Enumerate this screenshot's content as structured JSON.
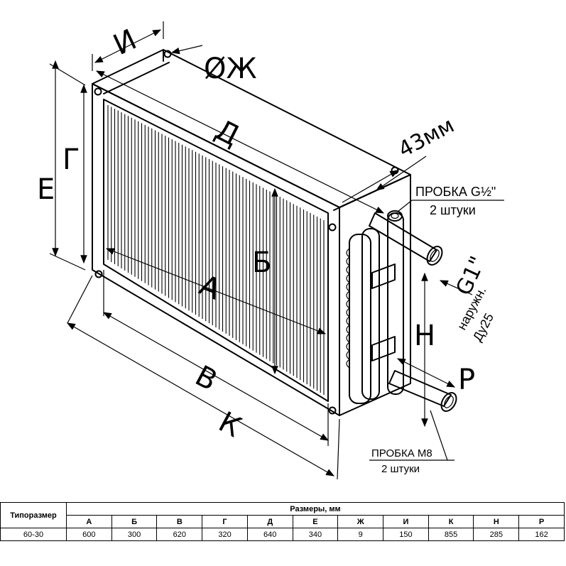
{
  "drawing": {
    "labels": {
      "I": "И",
      "Zh": "ØЖ",
      "D_top": "Д",
      "mm43": "43мм",
      "E": "Е",
      "G": "Г",
      "B_small": "Б",
      "A": "А",
      "V": "В",
      "K": "К",
      "N": "Н",
      "R": "Р",
      "G1": "G1\"",
      "naruzhn": "наружн.",
      "du25": "Ду25"
    },
    "plug_g": {
      "line1": "ПРОБКА G½\"",
      "line2": "2 штуки"
    },
    "plug_m8": {
      "line1": "ПРОБКА М8",
      "line2": "2 штуки"
    }
  },
  "table": {
    "type_header": "Типоразмер",
    "dims_header": "Размеры, мм",
    "columns": [
      "А",
      "Б",
      "В",
      "Г",
      "Д",
      "Е",
      "Ж",
      "И",
      "К",
      "Н",
      "Р"
    ],
    "rows": [
      {
        "type": "60-30",
        "values": [
          "600",
          "300",
          "620",
          "320",
          "640",
          "340",
          "9",
          "150",
          "855",
          "285",
          "162"
        ]
      }
    ]
  }
}
